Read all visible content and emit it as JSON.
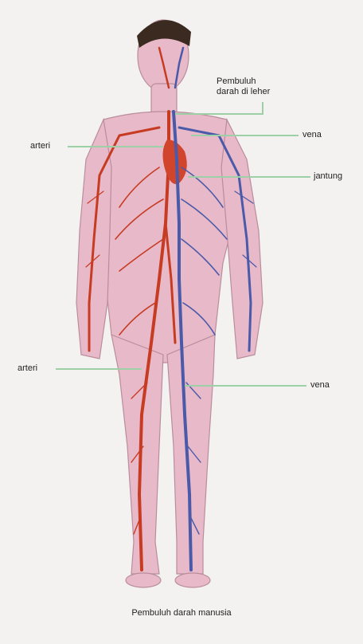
{
  "labels": {
    "neck": "Pembuluh\ndarah di leher",
    "vena_top": "vena",
    "arteri_top": "arteri",
    "jantung": "jantung",
    "arteri_bottom": "arteri",
    "vena_bottom": "vena"
  },
  "caption": "Pembuluh darah manusia",
  "colors": {
    "artery": "#c63b22",
    "vein": "#4a5aa8",
    "skin": "#e8b9c9",
    "leader": "#9ed0a8"
  }
}
